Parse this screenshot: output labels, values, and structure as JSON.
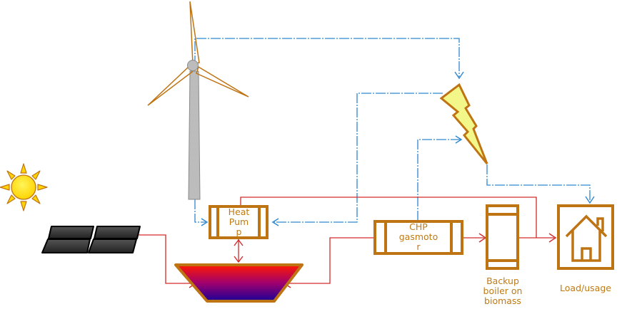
{
  "diagram": {
    "colors": {
      "component_outline": "#bf7414",
      "electric_line": "#2f86d0",
      "heat_line": "#d42a2a",
      "wind_tower": "#bcbcbc",
      "sun": "#ffde00",
      "lightning": "#f3f78a",
      "solar_panel": "#2a2a2a",
      "tank_top": "#ff1a00",
      "tank_bottom": "#1a0096"
    },
    "nodes": {
      "wind_turbine": {
        "label": ""
      },
      "sun": {
        "label": ""
      },
      "solar_collector": {
        "label": ""
      },
      "heat_pump": {
        "label": "Heat\nPum\np"
      },
      "thermal_storage": {
        "label": ""
      },
      "chp": {
        "label": "CHP\ngasmoto\nr"
      },
      "backup_boiler": {
        "label": "Backup\nboiler on\nbiomass"
      },
      "electricity_grid": {
        "label": ""
      },
      "load": {
        "label": "Load/usage"
      }
    },
    "edges": [
      {
        "from": "wind_turbine",
        "to": "electricity_grid",
        "type": "electric"
      },
      {
        "from": "wind_turbine",
        "to": "heat_pump",
        "type": "electric"
      },
      {
        "from": "electricity_grid",
        "to": "heat_pump",
        "type": "electric"
      },
      {
        "from": "chp",
        "to": "electricity_grid",
        "type": "electric"
      },
      {
        "from": "electricity_grid",
        "to": "load",
        "type": "electric"
      },
      {
        "from": "solar_collector",
        "to": "thermal_storage",
        "type": "heat"
      },
      {
        "from": "heat_pump",
        "to": "thermal_storage",
        "type": "heat",
        "bidirectional": true
      },
      {
        "from": "chp",
        "to": "thermal_storage",
        "type": "heat"
      },
      {
        "from": "chp",
        "to": "backup_boiler",
        "type": "heat"
      },
      {
        "from": "backup_boiler",
        "to": "load",
        "type": "heat"
      },
      {
        "from": "heat_pump",
        "to": "load",
        "type": "heat"
      }
    ]
  }
}
